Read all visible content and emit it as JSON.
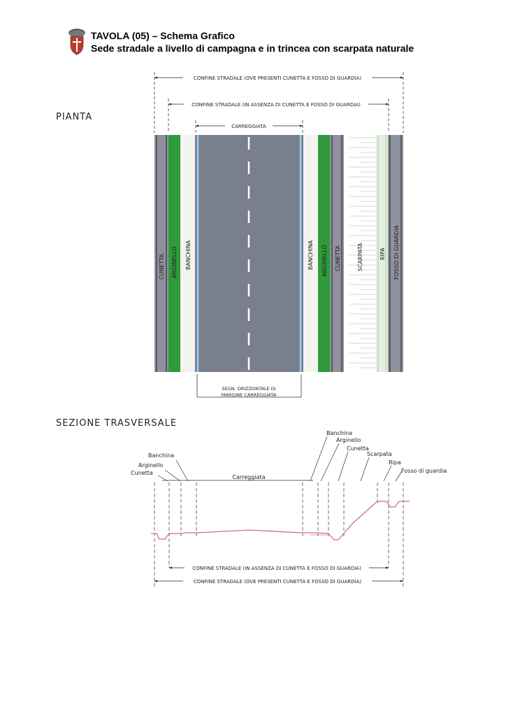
{
  "header": {
    "title": "TAVOLA (05) – Schema Grafico",
    "subtitle": "Sede stradale a livello di campagna e in trincea con scarpata naturale",
    "logo_icon": "coat-of-arms-icon"
  },
  "plan": {
    "title": "PIANTA",
    "dim_outer": "CONFINE STRADALE (OVE PRESENTI CUNETTA E FOSSO DI GUARDIA)",
    "dim_inner": "CONFINE STRADALE (IN ASSENZA DI CUNETTA E FOSSO DI GUARDIA)",
    "dim_carriageway": "CARREGGIATA",
    "bottom_note_1": "SEGN. ORIZZONTALE DI",
    "bottom_note_2": "MARGINE CARREGGIATA",
    "labels": {
      "cunetta_left": "CUNETTA",
      "arginello_left": "ARGINELLO",
      "banchina_left": "BANCHINA",
      "banchina_right": "BANCHINA",
      "arginello_right": "ARGINELLO",
      "cunetta_right": "CUNETTA",
      "scarpata": "SCARPATA",
      "ripa": "RIPA",
      "fosso": "FOSSO DI GUARDIA"
    }
  },
  "section": {
    "title": "SEZIONE TRASVERSALE",
    "labels": {
      "banchina_left": "Banchina",
      "arginello_left": "Arginello",
      "cunetta_left": "Cunetta",
      "carreggiata": "Carreggiata",
      "banchina_right": "Banchina",
      "arginello_right": "Arginello",
      "cunetta_right": "Cunetta",
      "scarpata": "Scarpata",
      "ripa": "Ripa",
      "fosso": "Fosso di guardia"
    },
    "dim_inner": "CONFINE STRADALE (IN ASSENZA DI CUNETTA E FOSSO DI GUARDIA)",
    "dim_outer": "CONFINE STRADALE (OVE PRESENTI CUNETTA E FOSSO DI GUARDIA)"
  },
  "colors": {
    "asphalt": "#7a7f8e",
    "green": "#2f9a3a",
    "cunetta": "#8e929e",
    "profile": "#d06a9a",
    "lane_mark": "#ffffff",
    "edge_mark": "#8fd0f0"
  }
}
